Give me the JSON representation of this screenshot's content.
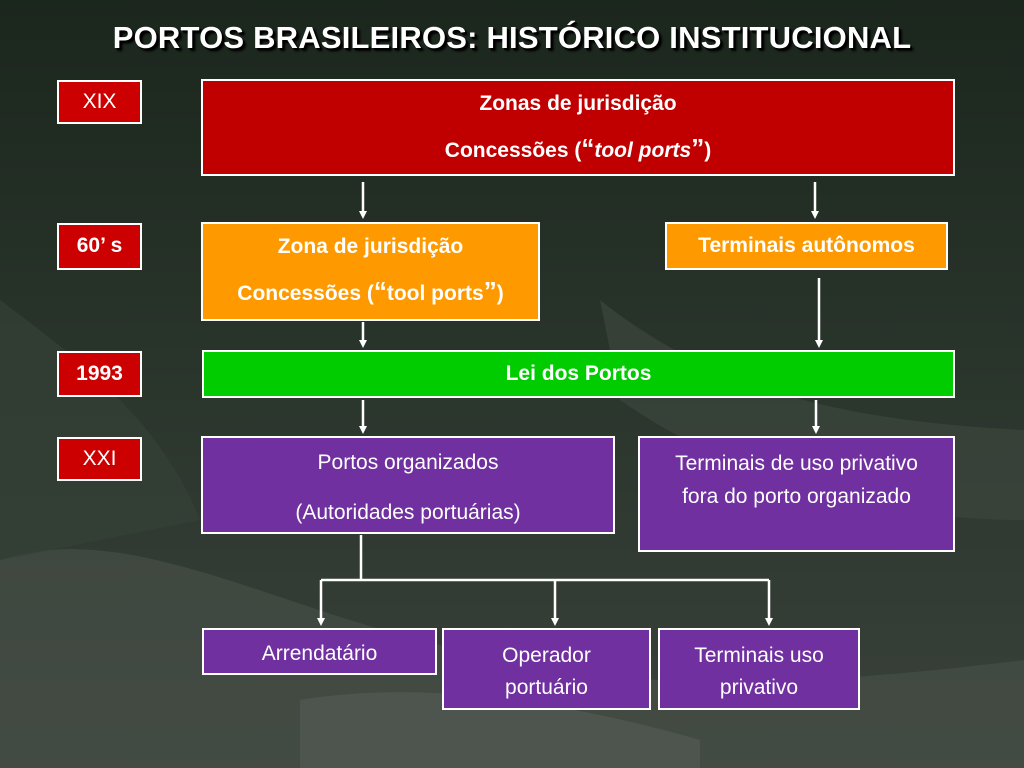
{
  "title": "PORTOS BRASILEIROS: HISTÓRICO INSTITUCIONAL",
  "colors": {
    "red": "#c00000",
    "orange": "#ff9900",
    "green": "#00cc00",
    "purple": "#7030a0",
    "era": "#cc0000"
  },
  "eras": {
    "xix": "XIX",
    "s60_num": "60",
    "s60_apos": "’",
    "s60_s": " s",
    "y1993": "1993",
    "xxi": "XXI"
  },
  "boxes": {
    "zonas": {
      "line1": "Zonas de jurisdição",
      "pre": "Concessões (",
      "quote_open": "“",
      "italic": "tool ports",
      "quote_close": "”",
      "post": ")"
    },
    "zona60": {
      "line1": "Zona de jurisdição",
      "pre": "Concessões (",
      "quote_open": "“",
      "mid": "tool ports",
      "quote_close": "”",
      "post": ")"
    },
    "terminais_autonomos": "Terminais autônomos",
    "lei": "Lei dos Portos",
    "portos_org": {
      "line1": "Portos organizados",
      "line2": "(Autoridades portuárias)"
    },
    "terminais_privativo": {
      "line1": "Terminais  de uso privativo",
      "line2": "fora do porto organizado"
    },
    "arrendatario": "Arrendatário",
    "operador": {
      "line1": "Operador",
      "line2": "portuário"
    },
    "terminais_uso": {
      "line1": "Terminais uso",
      "line2": "privativo"
    }
  }
}
